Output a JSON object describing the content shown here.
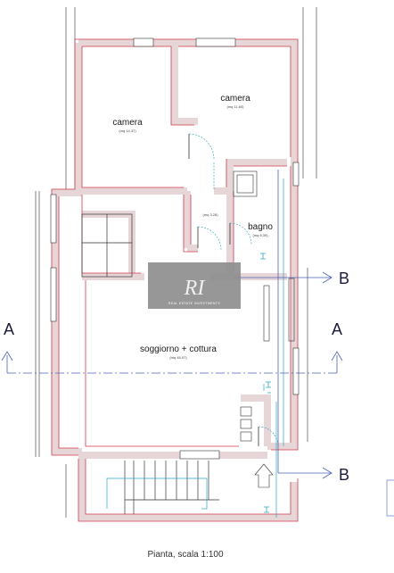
{
  "rooms": {
    "bedroom_left": {
      "name": "camera",
      "area": "(mq 14,37)"
    },
    "bedroom_right": {
      "name": "camera",
      "area": "(mq 11,60)"
    },
    "hall": {
      "area": "(mq 3,28)"
    },
    "bathroom": {
      "name": "bagno",
      "area": "(mq 6,39)"
    },
    "living": {
      "name": "soggiorno + cottura",
      "area": "(mq 45,07)"
    }
  },
  "sections": {
    "a_left": "A",
    "a_right": "A",
    "b_top": "B",
    "b_bottom": "B"
  },
  "watermark": {
    "mark": "RI",
    "text": "REAL ESTATE INVESTMENTS"
  },
  "caption": "Pianta, scala 1:100",
  "colors": {
    "wall_fill": "#e7d6d8",
    "wall_edge": "#d23a4a",
    "section_line": "#4a63b8",
    "plumbing": "#2aa7c9",
    "door_swing": "#1aa0b8",
    "watermark_bg": "#8e8e8e"
  }
}
